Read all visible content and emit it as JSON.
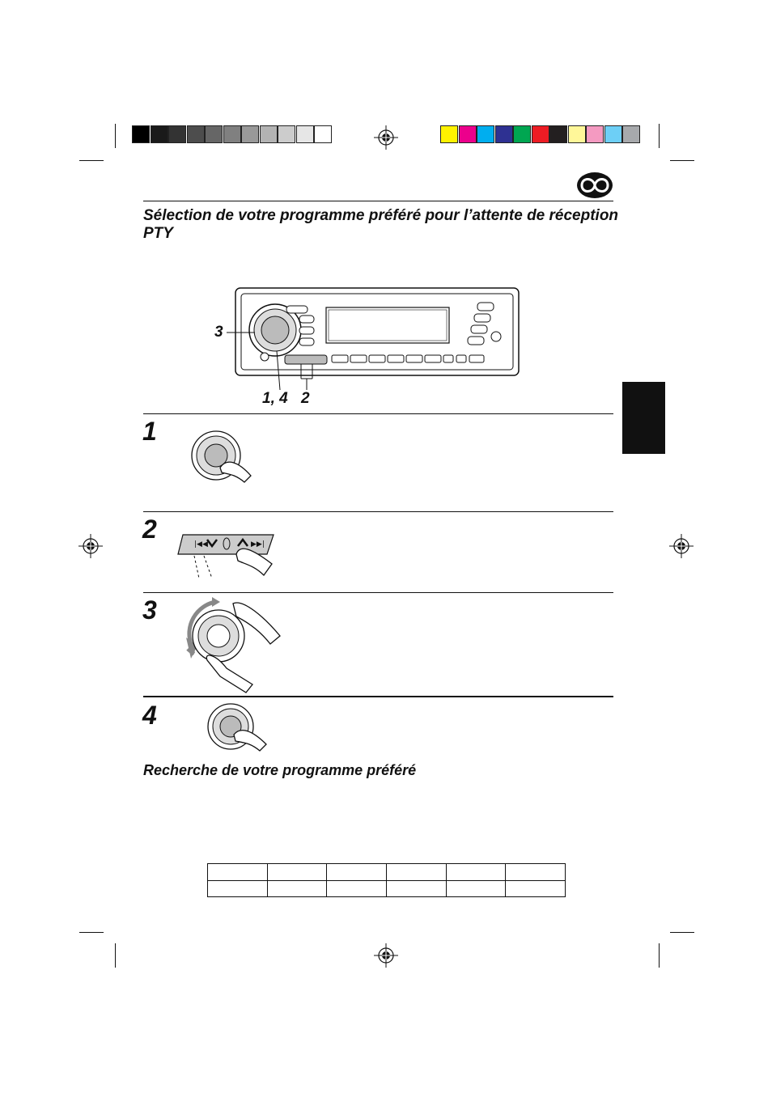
{
  "header": {
    "title": "Sélection de votre programme préféré pour l’attente de réception PTY",
    "icon": "rds-logo-icon"
  },
  "color_strip": {
    "grays": [
      "#000000",
      "#1a1a1a",
      "#333333",
      "#4d4d4d",
      "#666666",
      "#808080",
      "#999999",
      "#b3b3b3",
      "#cccccc",
      "#e6e6e6",
      "#ffffff"
    ],
    "colors": [
      "#fff200",
      "#ec008c",
      "#00aeef",
      "#2e3192",
      "#00a651",
      "#ed1c24",
      "#231f20",
      "#fff799",
      "#f49ac1",
      "#6dcff6",
      "#a7a9ac"
    ]
  },
  "diagram": {
    "callout_3": "3",
    "callout_1_4": "1, 4",
    "callout_2": "2"
  },
  "steps": [
    {
      "number": "1",
      "illustration": "press-dial-icon"
    },
    {
      "number": "2",
      "illustration": "up-down-buttons-icon"
    },
    {
      "number": "3",
      "illustration": "rotate-dial-icon"
    },
    {
      "number": "4",
      "illustration": "press-dial-icon"
    }
  ],
  "section": {
    "heading": "Recherche de votre programme préféré"
  },
  "table": {
    "rows": [
      [
        "",
        "",
        "",
        "",
        "",
        ""
      ],
      [
        "",
        "",
        "",
        "",
        "",
        ""
      ]
    ]
  },
  "side_tab": {
    "color": "#111111"
  }
}
